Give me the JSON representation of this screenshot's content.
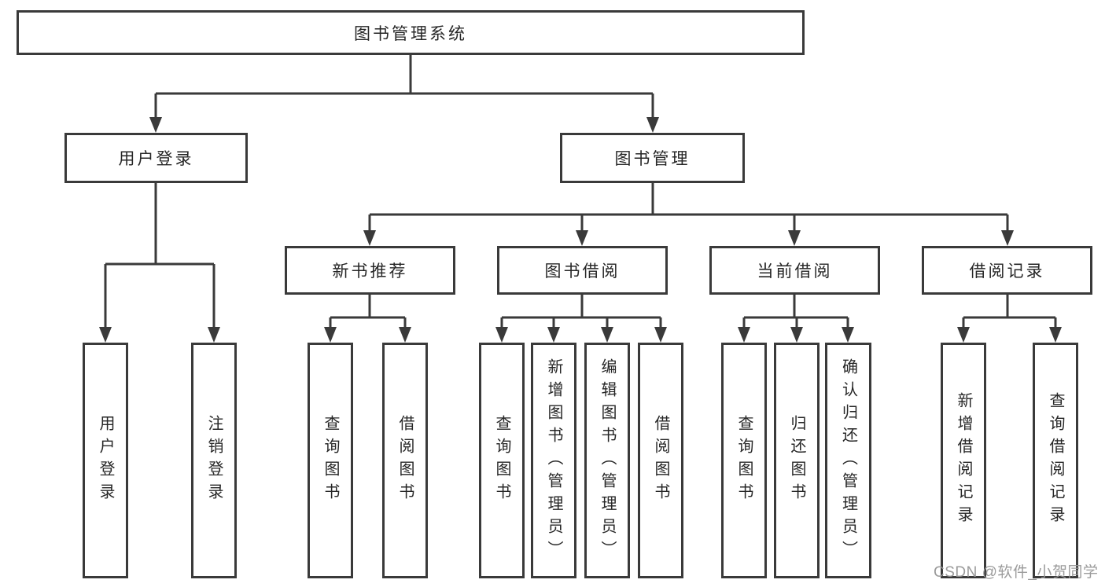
{
  "diagram_type": "feature-structure-tree",
  "colors": {
    "background": "#ffffff",
    "line": "#3a3a3a",
    "box_border": "#3a3a3a",
    "text": "#262626",
    "watermark": "#969696"
  },
  "tree": {
    "label": "图书管理系统",
    "children": [
      {
        "label": "用户登录",
        "children": [
          {
            "label": "用户登录"
          },
          {
            "label": "注销登录"
          }
        ]
      },
      {
        "label": "图书管理",
        "children": [
          {
            "label": "新书推荐",
            "children": [
              {
                "label": "查询图书"
              },
              {
                "label": "借阅图书"
              }
            ]
          },
          {
            "label": "图书借阅",
            "children": [
              {
                "label": "查询图书"
              },
              {
                "label": "新增图书（管理员）"
              },
              {
                "label": "编辑图书（管理员）"
              },
              {
                "label": "借阅图书"
              }
            ]
          },
          {
            "label": "当前借阅",
            "children": [
              {
                "label": "查询图书"
              },
              {
                "label": "归还图书"
              },
              {
                "label": "确认归还（管理员）"
              }
            ]
          },
          {
            "label": "借阅记录",
            "children": [
              {
                "label": "新增借阅记录"
              },
              {
                "label": "查询借阅记录"
              }
            ]
          }
        ]
      }
    ]
  },
  "watermark": {
    "text": "CSDN @软件_小贺同学"
  }
}
